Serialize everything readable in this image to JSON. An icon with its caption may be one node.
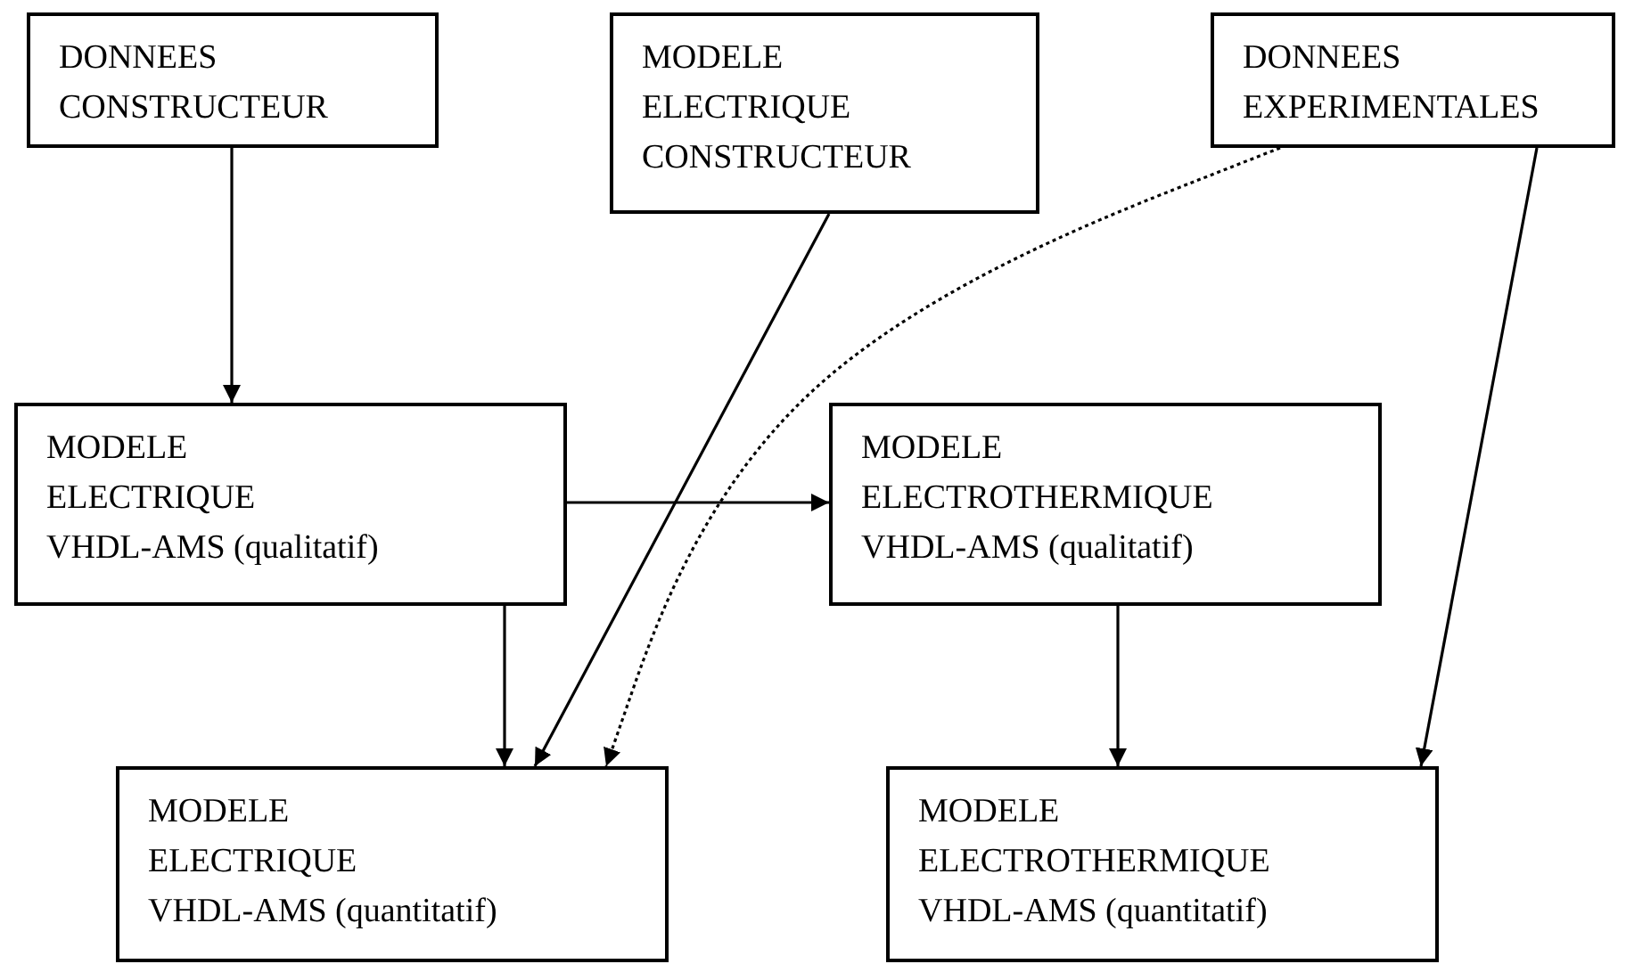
{
  "diagram": {
    "nodes": [
      {
        "text": [
          "DONNEES",
          "CONSTRUCTEUR"
        ]
      },
      {
        "text": [
          "MODELE",
          "ELECTRIQUE",
          "CONSTRUCTEUR"
        ]
      },
      {
        "text": [
          "DONNEES",
          "EXPERIMENTALES"
        ]
      },
      {
        "text": [
          "MODELE",
          "ELECTRIQUE",
          "VHDL-AMS (qualitatif)"
        ]
      },
      {
        "text": [
          "MODELE",
          "ELECTROTHERMIQUE",
          "VHDL-AMS (qualitatif)"
        ]
      },
      {
        "text": [
          "MODELE",
          "ELECTRIQUE",
          "VHDL-AMS (quantitatif)"
        ]
      },
      {
        "text": [
          "MODELE",
          "ELECTROTHERMIQUE",
          "VHDL-AMS (quantitatif)"
        ]
      }
    ],
    "edges": [
      {
        "from": 0,
        "to": 3,
        "arrow": "to"
      },
      {
        "from": 3,
        "to": 4,
        "arrow": "to"
      },
      {
        "from": 3,
        "to": 5,
        "arrow": "to"
      },
      {
        "from": 1,
        "to": 5,
        "arrow": "to"
      },
      {
        "from": 2,
        "to": 5,
        "arrow": "to",
        "style": "dashed"
      },
      {
        "from": 4,
        "to": 6,
        "arrow": "to"
      },
      {
        "from": 2,
        "to": 6,
        "arrow": "to"
      }
    ]
  }
}
